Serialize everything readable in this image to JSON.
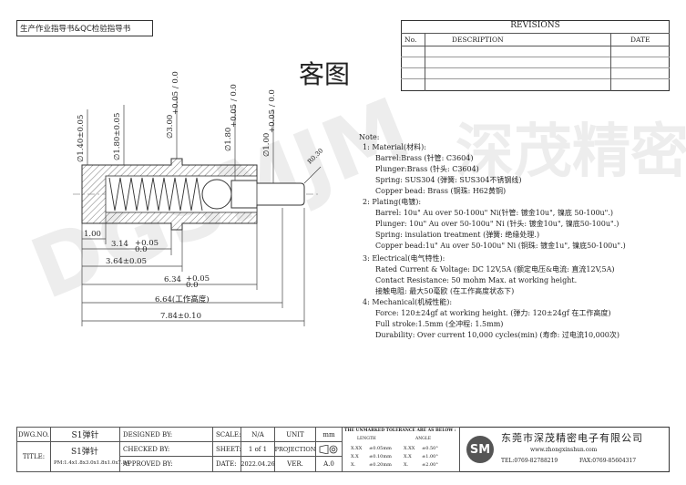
{
  "header": {
    "doc_title": "生产作业指导书&QC检验指导书"
  },
  "revisions": {
    "title": "REVISIONS",
    "col_no": "No.",
    "col_desc": "DESCRIPTION",
    "col_date": "DATE"
  },
  "page_title": "客图",
  "watermark": {
    "logo": "DGSMJM",
    "text": "深茂精密"
  },
  "dims": {
    "d1": "∅1.40±0.05",
    "d2": "∅1.80±0.05",
    "d3_base": "∅3.00",
    "d3_tol": "+0.05 / 0.0",
    "d4_base": "∅1.80",
    "d4_tol": "+0.05 / 0.0",
    "d5_base": "∅1.00",
    "d5_tol": "+0.05 / 0.0",
    "r": "R0.30",
    "l1": "1.00",
    "l2_base": "3.14",
    "l2_tol_top": "+0.05",
    "l2_tol_bot": "0.0",
    "l3": "3.64±0.05",
    "l4_base": "6.34",
    "l4_tol_top": "+0.05",
    "l4_tol_bot": "0.0",
    "l5": "6.64(工作高度)",
    "l6": "7.84±0.10"
  },
  "notes": {
    "heading": "Note:",
    "lines": [
      "1: Material(材料):",
      "Barrel:Brass (针管: C3604)",
      "Plunger:Brass (针头: C3604)",
      "Spring: SUS304 (弹簧: SUS304不锈钢线)",
      "Copper bead: Brass (铜珠: H62黄铜)",
      "2: Plating(电镀):",
      "Barrel: 10u\" Au over 50-100u\" Ni(针管: 镀金10u\", 镍底 50-100u\".)",
      "Plunger: 10u\" Au over 50-100u\" Ni (针头: 镀金10u\", 镍底50-100u\".)",
      "Spring: insulation treatment (弹簧: 绝缘处理.)",
      "Copper bead:1u\" Au over 50-100u\" Ni (铜珠: 镀金1u\", 镍底50-100u\".)",
      "3: Electrical(电气特性):",
      "Rated Current & Voltage: DC 12V,5A (额定电压&电流: 直流12V,5A)",
      "Contact Resistance: 50 mohm Max. at working height.",
      "接触电阻: 最大50毫欧 (在工作高度状态下)",
      "4: Mechanical(机械性能):",
      "Force: 120±24gf at working height. (弹力: 120±24gf 在工作高度)",
      "Full stroke:1.5mm (全冲程: 1.5mm)",
      "Durability: Over current 10,000 cycles(min) (寿命: 过电流10,000次)"
    ]
  },
  "title_block": {
    "dwg_no_label": "DWG.NO.",
    "dwg_no": "S1弹针",
    "title_label": "TITLE:",
    "title": "S1弹针",
    "pm": "PM:1.4x1.8x3.0x1.8x1.0x7.84",
    "designed_by": "DESIGNED BY:",
    "checked_by": "CHECKED BY:",
    "approved_by": "APPROVED BY:",
    "scale_label": "SCALE:",
    "scale": "N/A",
    "sheet_label": "SHEET:",
    "sheet": "1 of 1",
    "date_label": "DATE:",
    "date": "2022.04.26",
    "unit_label": "UNIT",
    "unit": "mm",
    "projection_label": "PROJECTION",
    "ver_label": "VER.",
    "ver": "A.0",
    "tol_title": "THE UNMARKED TOLERANCE ARE AS BELOW :",
    "tol_length": "LENGTH",
    "tol_angle": "ANGLE",
    "tol_rows": [
      [
        "X.XX",
        "±0.05mm",
        "X.XX",
        "±0.50°"
      ],
      [
        "X.X",
        "±0.10mm",
        "X.X",
        "±1.00°"
      ],
      [
        "X.",
        "±0.20mm",
        "X.",
        "±2.00°"
      ]
    ],
    "company_logo": "SM",
    "company": "东莞市深茂精密电子有限公司",
    "website": "www.zhongxinshun.com",
    "tel": "TEL:0769-82788219",
    "fax": "FAX:0769-85604317"
  }
}
